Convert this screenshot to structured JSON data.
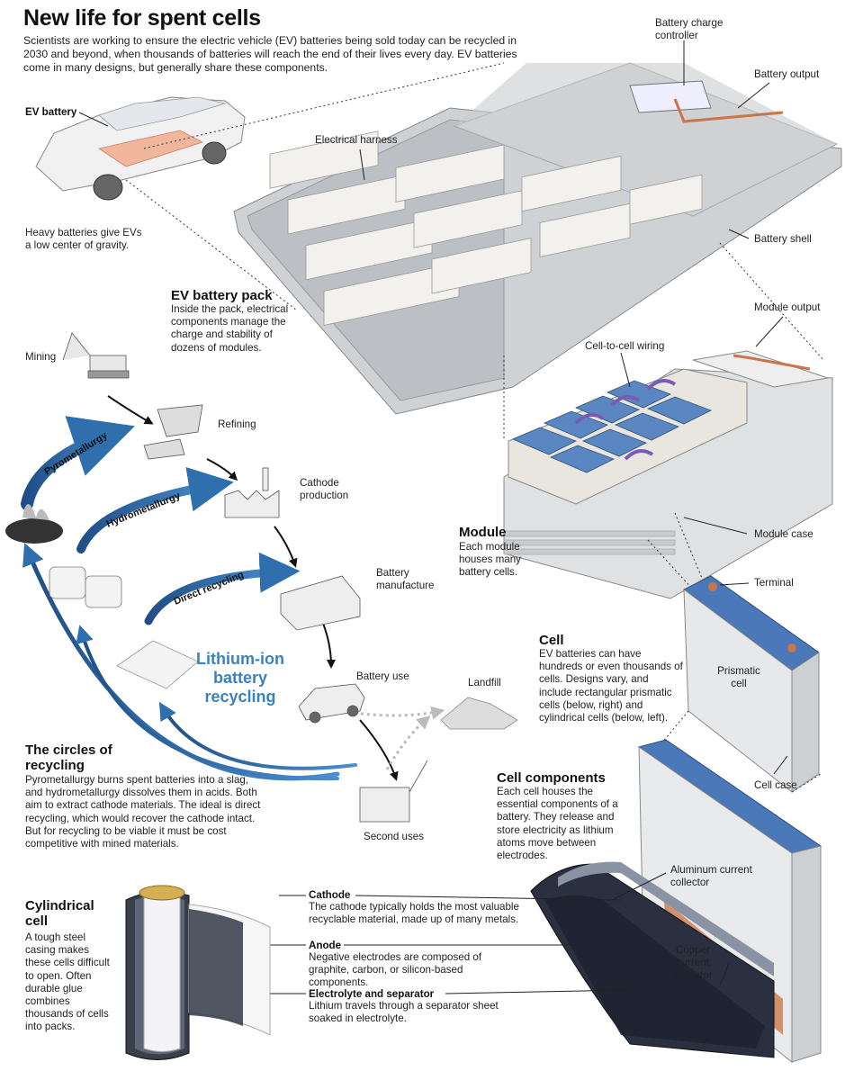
{
  "title": "New life for spent cells",
  "intro": "Scientists are working to ensure the electric vehicle (EV) batteries being sold today can be recycled in 2030 and beyond, when thousands of batteries will reach the end of their lives every day. EV batteries come in many designs, but generally share these components.",
  "labels": {
    "ev_battery": "EV battery",
    "heavy": "Heavy batteries give EVs a low center of gravity.",
    "charge_controller": "Battery charge controller",
    "battery_output": "Battery output",
    "electrical_harness": "Electrical harness",
    "battery_shell": "Battery shell",
    "module_output": "Module output",
    "cell_to_cell": "Cell-to-cell wiring",
    "module_case": "Module case",
    "terminal": "Terminal",
    "prismatic_cell": "Prismatic cell",
    "cell_case": "Cell case",
    "aluminum": "Aluminum current collector",
    "copper": "Copper current collector"
  },
  "pack": {
    "heading": "EV battery pack",
    "text": "Inside the pack, electrical components manage the charge and stability of dozens of modules."
  },
  "module": {
    "heading": "Module",
    "text": "Each module houses many battery cells."
  },
  "cell": {
    "heading": "Cell",
    "text": "EV batteries can have hundreds or even thousands of cells. Designs vary, and include rectangular prismatic cells (below, right) and cylindrical cells (below, left)."
  },
  "cell_components": {
    "heading": "Cell components",
    "text": "Each cell houses the essential components of a battery. They release and store electricity as lithium atoms move between electrodes."
  },
  "recycling": {
    "title": "Lithium-ion battery recycling",
    "steps": {
      "mining": "Mining",
      "refining": "Refining",
      "cathode_production": "Cathode production",
      "battery_manufacture": "Battery manufacture",
      "battery_use": "Battery use",
      "landfill": "Landfill",
      "second_uses": "Second uses"
    },
    "paths": {
      "pyro": "Pyrometallurgy",
      "hydro": "Hydrometallurgy",
      "direct": "Direct recycling"
    }
  },
  "circles": {
    "heading": "The circles of recycling",
    "text": "Pyrometallurgy burns spent batteries into a slag, and hydrometallurgy dissolves them in acids. Both aim to extract cathode materials. The ideal is direct recycling, which would recover the cathode intact. But for recycling to be viable it must be cost competitive with mined materials."
  },
  "cylindrical": {
    "heading": "Cylindrical cell",
    "text": "A tough steel casing makes these cells difficult to open. Often durable glue combines thousands of cells into packs."
  },
  "components": [
    {
      "name": "Cathode",
      "text": "The cathode typically holds the most valuable recyclable material, made up of many metals."
    },
    {
      "name": "Anode",
      "text": "Negative electrodes are composed of graphite, carbon, or silicon-based components."
    },
    {
      "name": "Electrolyte and separator",
      "text": "Lithium travels through a separator sheet soaked in electrolyte."
    }
  ],
  "colors": {
    "arrow_blue": "#3a78b5",
    "title_blue": "#3a82bd",
    "copper": "#c8754a",
    "cell_blue": "#4a78b8"
  }
}
